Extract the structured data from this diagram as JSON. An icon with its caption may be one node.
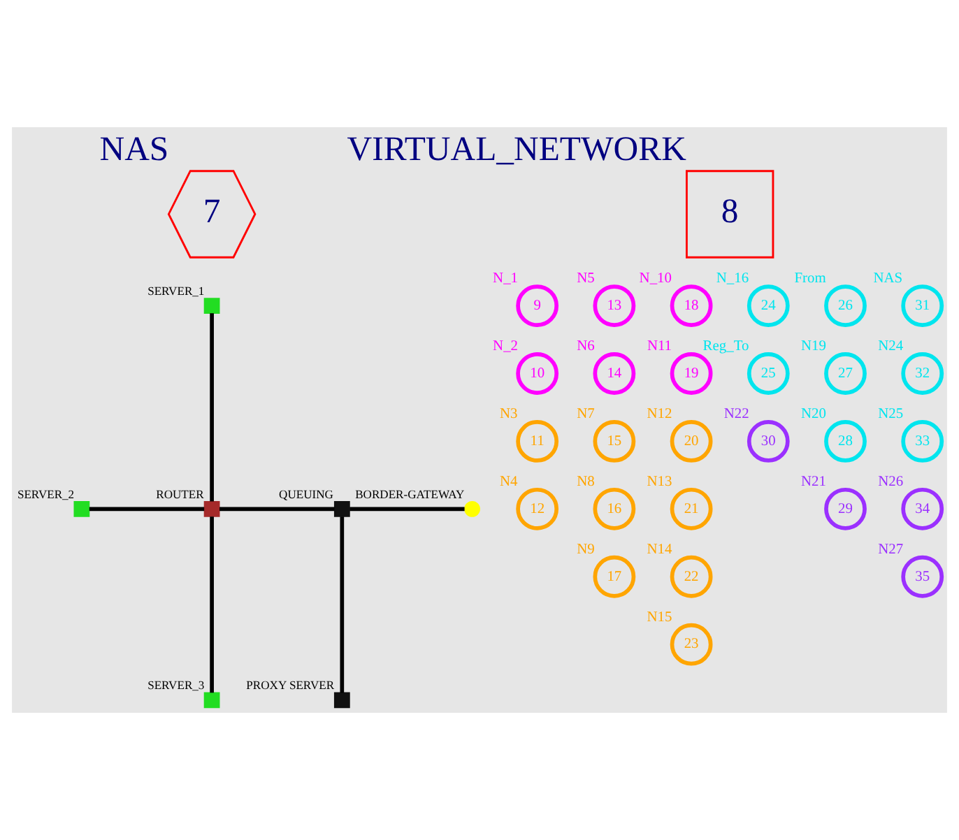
{
  "diagram": {
    "nodes": [
      {
        "text": [
          "7"
        ],
        "beside": [
          "NAS"
        ]
      },
      {
        "text": [
          "8"
        ],
        "beside": [
          "VIRTUAL_NETWORK"
        ]
      },
      {
        "text": [],
        "shape": "box",
        "beside": [
          "SERVER_1"
        ]
      },
      {
        "text": [],
        "shape": "box",
        "beside": [
          "SERVER_2"
        ]
      },
      {
        "text": [],
        "shape": "box",
        "beside": [
          "ROUTER"
        ]
      },
      {
        "text": [],
        "shape": "box",
        "beside": [
          "QUEUING"
        ]
      },
      {
        "text": [],
        "shape": "circle",
        "beside": [
          "BORDER-GATEWAY"
        ]
      },
      {
        "text": [],
        "shape": "box",
        "beside": [
          "SERVER_3"
        ]
      },
      {
        "text": [],
        "shape": "box",
        "beside": [
          "PROXY SERVER"
        ]
      },
      {
        "text": [
          "9"
        ],
        "beside": [
          "N_1"
        ]
      },
      {
        "text": [
          "10"
        ],
        "beside": [
          "N_2"
        ]
      },
      {
        "text": [
          "11"
        ],
        "beside": [
          "N3"
        ]
      },
      {
        "text": [
          "12"
        ],
        "beside": [
          "N4"
        ]
      },
      {
        "text": [
          "13"
        ],
        "beside": [
          "N5"
        ]
      },
      {
        "text": [
          "14"
        ],
        "beside": [
          "N6"
        ]
      },
      {
        "text": [
          "15"
        ],
        "beside": [
          "N7"
        ]
      },
      {
        "text": [
          "16"
        ],
        "beside": [
          "N8"
        ]
      },
      {
        "text": [
          "17"
        ],
        "beside": [
          "N9"
        ]
      },
      {
        "text": [
          "18"
        ],
        "beside": [
          "N_10"
        ]
      },
      {
        "text": [
          "19"
        ],
        "beside": [
          "N11"
        ]
      },
      {
        "text": [
          "20"
        ],
        "beside": [
          "N12"
        ]
      },
      {
        "text": [
          "21"
        ],
        "beside": [
          "N13"
        ]
      },
      {
        "text": [
          "22"
        ],
        "beside": [
          "N14"
        ]
      },
      {
        "text": [
          "23"
        ],
        "beside": [
          "N15"
        ]
      },
      {
        "text": [
          "24"
        ],
        "beside": [
          "N_16"
        ]
      },
      {
        "text": [
          "25"
        ],
        "beside": [
          "Reg_To"
        ]
      },
      {
        "text": [
          "26"
        ],
        "beside": [
          "From"
        ]
      },
      {
        "text": [
          "27"
        ],
        "beside": [
          "N19"
        ]
      },
      {
        "text": [
          "28"
        ],
        "beside": [
          "N20"
        ]
      },
      {
        "text": [
          "29"
        ],
        "beside": [
          "N21"
        ]
      },
      {
        "text": [
          "30"
        ],
        "beside": [
          "N22"
        ]
      },
      {
        "text": [
          "31"
        ],
        "beside": [
          "NAS"
        ]
      },
      {
        "text": [
          "32"
        ],
        "beside": [
          "N24"
        ]
      },
      {
        "text": [
          "33"
        ],
        "beside": [
          "N25"
        ]
      },
      {
        "text": [
          "34"
        ],
        "beside": [
          "N26"
        ]
      },
      {
        "text": [
          "35"
        ],
        "beside": [
          "N27"
        ]
      }
    ],
    "edges": [
      {
        "from": 2,
        "to": 4,
        "arrow": "none"
      },
      {
        "from": 3,
        "to": 4,
        "arrow": "none"
      },
      {
        "from": 4,
        "to": 5,
        "arrow": "none"
      },
      {
        "from": 5,
        "to": 6,
        "arrow": "none"
      },
      {
        "from": 4,
        "to": 7,
        "arrow": "none"
      },
      {
        "from": 5,
        "to": 8,
        "arrow": "none"
      }
    ]
  }
}
